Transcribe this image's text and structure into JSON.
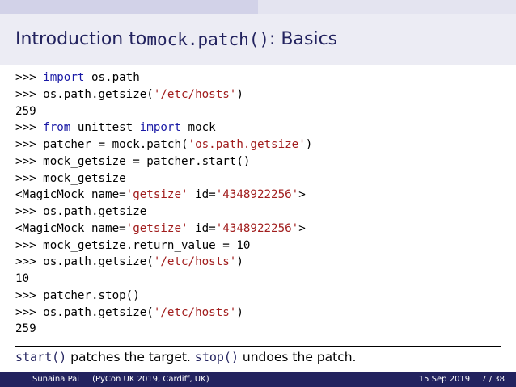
{
  "slide": {
    "title_prefix": "Introduction to ",
    "title_code": "mock.patch()",
    "title_suffix": ": Basics",
    "code_lines": [
      [
        {
          "t": ">>> ",
          "c": ""
        },
        {
          "t": "import",
          "c": "kw"
        },
        {
          "t": " os.path",
          "c": ""
        }
      ],
      [
        {
          "t": ">>> os.path.getsize(",
          "c": ""
        },
        {
          "t": "'/etc/hosts'",
          "c": "str"
        },
        {
          "t": ")",
          "c": ""
        }
      ],
      [
        {
          "t": "259",
          "c": ""
        }
      ],
      [
        {
          "t": ">>> ",
          "c": ""
        },
        {
          "t": "from",
          "c": "kw"
        },
        {
          "t": " unittest ",
          "c": ""
        },
        {
          "t": "import",
          "c": "kw"
        },
        {
          "t": " mock",
          "c": ""
        }
      ],
      [
        {
          "t": ">>> patcher = mock.patch(",
          "c": ""
        },
        {
          "t": "'os.path.getsize'",
          "c": "str"
        },
        {
          "t": ")",
          "c": ""
        }
      ],
      [
        {
          "t": ">>> mock_getsize = patcher.start()",
          "c": ""
        }
      ],
      [
        {
          "t": ">>> mock_getsize",
          "c": ""
        }
      ],
      [
        {
          "t": "<MagicMock name=",
          "c": ""
        },
        {
          "t": "'getsize'",
          "c": "str"
        },
        {
          "t": " id=",
          "c": ""
        },
        {
          "t": "'4348922256'",
          "c": "str"
        },
        {
          "t": ">",
          "c": ""
        }
      ],
      [
        {
          "t": ">>> os.path.getsize",
          "c": ""
        }
      ],
      [
        {
          "t": "<MagicMock name=",
          "c": ""
        },
        {
          "t": "'getsize'",
          "c": "str"
        },
        {
          "t": " id=",
          "c": ""
        },
        {
          "t": "'4348922256'",
          "c": "str"
        },
        {
          "t": ">",
          "c": ""
        }
      ],
      [
        {
          "t": ">>> mock_getsize.return_value = 10",
          "c": ""
        }
      ],
      [
        {
          "t": ">>> os.path.getsize(",
          "c": ""
        },
        {
          "t": "'/etc/hosts'",
          "c": "str"
        },
        {
          "t": ")",
          "c": ""
        }
      ],
      [
        {
          "t": "10",
          "c": ""
        }
      ],
      [
        {
          "t": ">>> patcher.stop()",
          "c": ""
        }
      ],
      [
        {
          "t": ">>> os.path.getsize(",
          "c": ""
        },
        {
          "t": "'/etc/hosts'",
          "c": "str"
        },
        {
          "t": ")",
          "c": ""
        }
      ],
      [
        {
          "t": "259",
          "c": ""
        }
      ]
    ],
    "note": {
      "start_code": "start()",
      "start_text": " patches the target. ",
      "stop_code": "stop()",
      "stop_text": " undoes the patch."
    }
  },
  "footer": {
    "author": "Sunaina Pai",
    "event": "(PyCon UK 2019, Cardiff, UK)",
    "date": "15 Sep 2019",
    "page": "7 / 38"
  },
  "colors": {
    "title_text": "#23235f",
    "title_bg": "#ececf4",
    "footer_bg": "#23235f",
    "keyword": "#1a1aa6",
    "string": "#a11d1d"
  }
}
